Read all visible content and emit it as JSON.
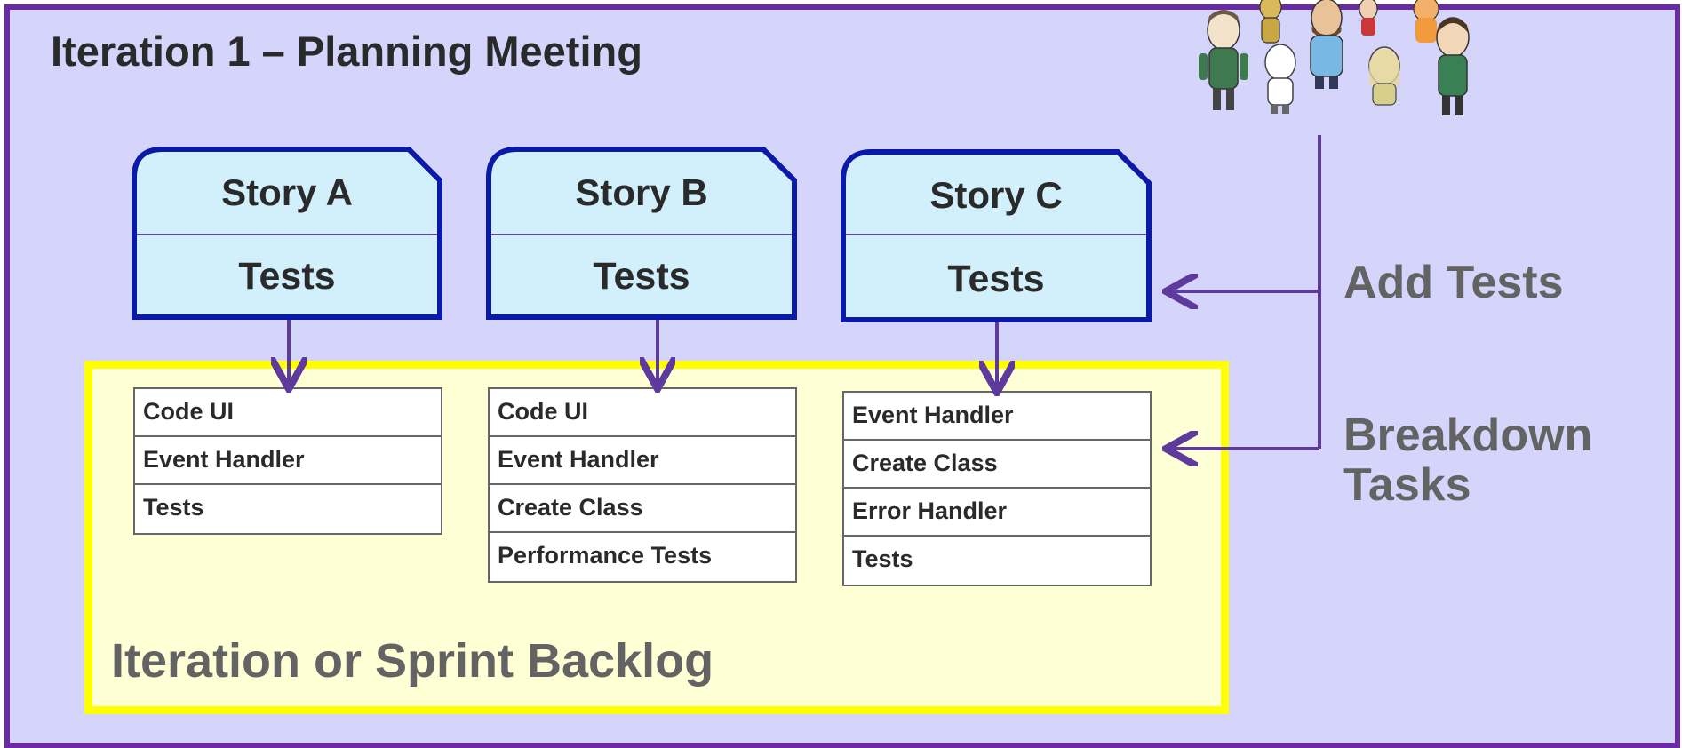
{
  "title": "Iteration 1 – Planning Meeting",
  "stories": [
    {
      "name": "Story A",
      "tests_label": "Tests",
      "tasks": [
        "Code UI",
        "Event Handler",
        "Tests"
      ]
    },
    {
      "name": "Story B",
      "tests_label": "Tests",
      "tasks": [
        "Code UI",
        "Event Handler",
        "Create Class",
        "Performance Tests"
      ]
    },
    {
      "name": "Story C",
      "tests_label": "Tests",
      "tasks": [
        "Event Handler",
        "Create Class",
        "Error Handler",
        "Tests"
      ]
    }
  ],
  "backlog_label": "Iteration or Sprint Backlog",
  "side_labels": {
    "add_tests": "Add Tests",
    "breakdown": "Breakdown Tasks"
  },
  "colors": {
    "frame": "#6a2aa6",
    "background": "#d5d4fb",
    "backlog_border": "#ffff00",
    "backlog_fill": "#ffffd6",
    "card_border": "#0a1aa6",
    "card_fill": "#d2effc",
    "arrow": "#5e3a9c"
  },
  "icons": [
    "team-avatars-image"
  ]
}
